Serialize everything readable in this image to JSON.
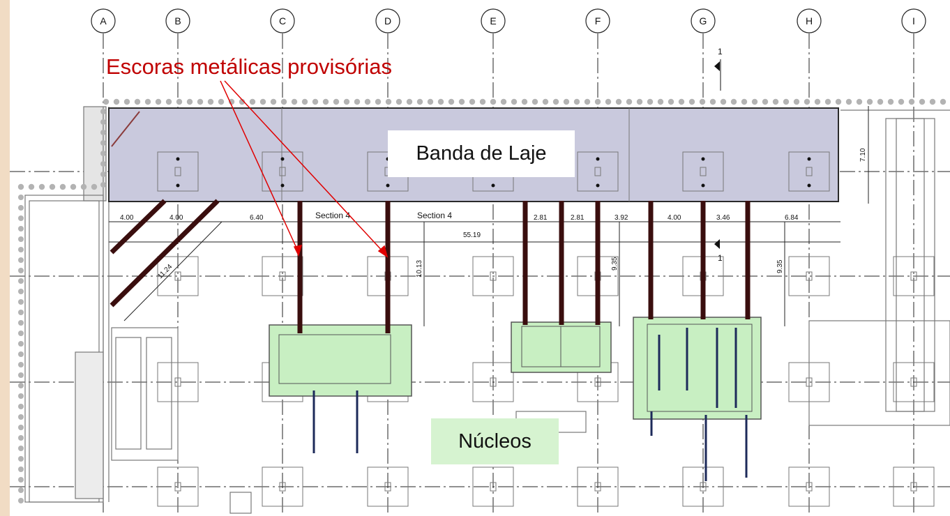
{
  "axes": [
    "A",
    "B",
    "C",
    "D",
    "E",
    "F",
    "G",
    "H",
    "I"
  ],
  "labels": {
    "callout": "Escoras metálicas provisórias",
    "banda": "Banda de Laje",
    "nucleos": "Núcleos"
  },
  "dimensions": {
    "spans": [
      "4.00",
      "4.00",
      "6.40",
      "2.81",
      "2.81",
      "3.92",
      "4.00",
      "3.46",
      "6.84"
    ],
    "total": "55.19",
    "depth_right": "7.10",
    "diag": "11.24",
    "v1": "10.13",
    "v2": "9.35",
    "v3": "9.35"
  },
  "sections": [
    "Section 4",
    "Section 4"
  ],
  "cut_marks": [
    "1",
    "1"
  ],
  "colors": {
    "callout": "#c00000",
    "slab_band": "#c9c9dd",
    "core_fill": "#c8efc2",
    "strut": "#3a0e0e"
  }
}
